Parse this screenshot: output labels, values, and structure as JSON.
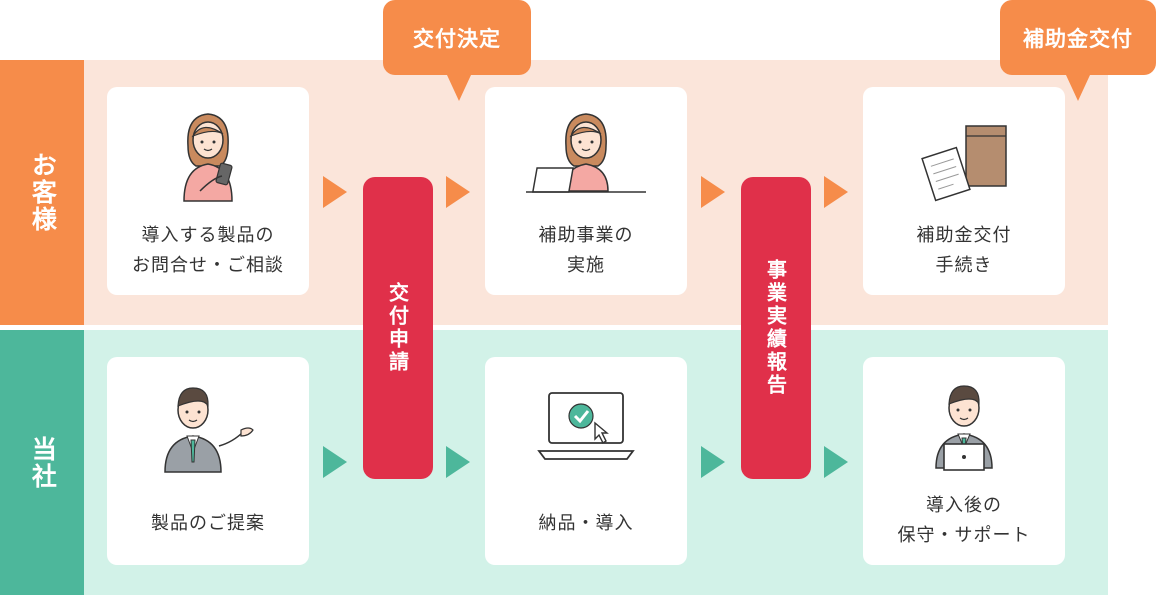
{
  "rows": {
    "customer": "お客様",
    "company": "当社"
  },
  "milestones": {
    "grant_decision": "交付決定",
    "subsidy_grant": "補助金交付"
  },
  "steps": {
    "application": "交付申請",
    "report": "事業実績報告"
  },
  "customer_cards": [
    {
      "label": "導入する製品の\nお問合せ・ご相談",
      "icon": "woman-smartphone-icon"
    },
    {
      "label": "補助事業の\n実施",
      "icon": "woman-laptop-icon"
    },
    {
      "label": "補助金交付\n手続き",
      "icon": "documents-envelope-icon"
    }
  ],
  "company_cards": [
    {
      "label": "製品のご提案",
      "icon": "businessman-presenting-icon"
    },
    {
      "label": "納品・導入",
      "icon": "laptop-check-icon"
    },
    {
      "label": "導入後の\n保守・サポート",
      "icon": "support-staff-laptop-icon"
    }
  ],
  "colors": {
    "orange": "#f68c4a",
    "green": "#4db79b",
    "red": "#e0304a",
    "customer_bg": "#fbe5da",
    "company_bg": "#d2f2e8"
  }
}
